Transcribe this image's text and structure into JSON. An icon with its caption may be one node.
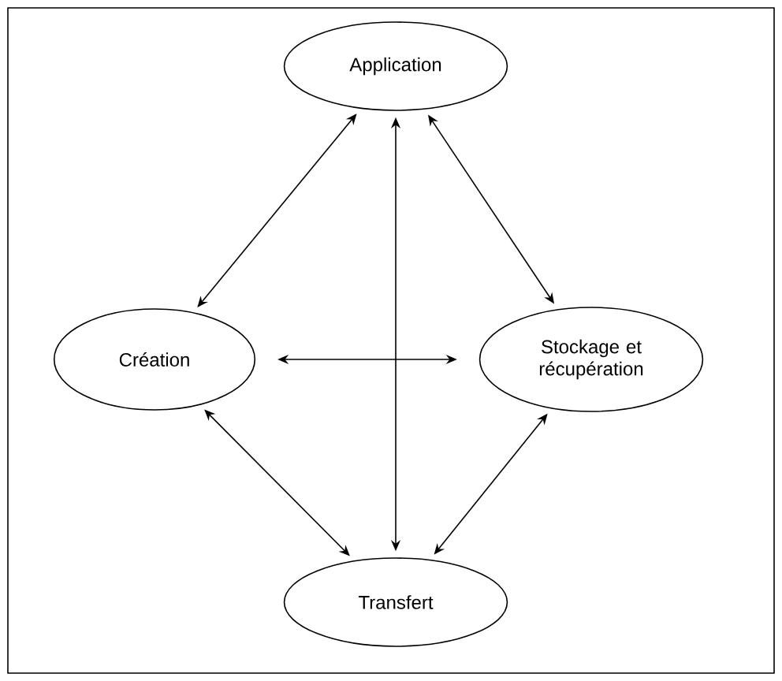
{
  "diagram": {
    "nodes": [
      {
        "text": [
          "Application"
        ]
      },
      {
        "text": [
          "Création"
        ]
      },
      {
        "text": [
          "Stockage et récupération"
        ]
      },
      {
        "text": [
          "Transfert"
        ]
      }
    ],
    "edges": [
      {
        "from": 0,
        "to": 1,
        "arrow": "both"
      },
      {
        "from": 0,
        "to": 2,
        "arrow": "both"
      },
      {
        "from": 0,
        "to": 3,
        "arrow": "both"
      },
      {
        "from": 1,
        "to": 2,
        "arrow": "both"
      },
      {
        "from": 1,
        "to": 3,
        "arrow": "both"
      },
      {
        "from": 2,
        "to": 3,
        "arrow": "both"
      }
    ]
  }
}
